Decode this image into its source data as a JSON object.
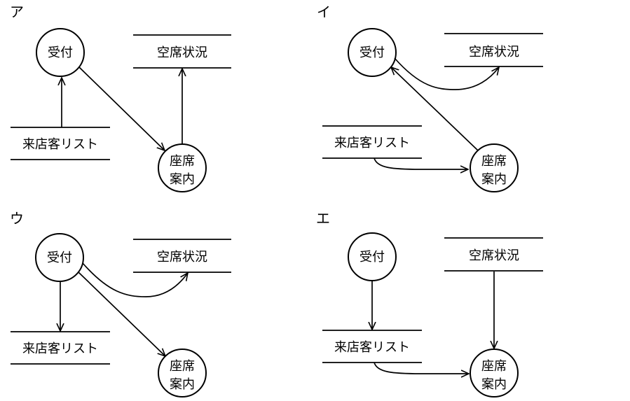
{
  "nodes": {
    "reception": "受付",
    "seat_guide_line1": "座席",
    "seat_guide_line2": "案内",
    "seat_status": "空席状況",
    "visitor_list": "来店客リスト"
  },
  "options": [
    {
      "label": "ア"
    },
    {
      "label": "イ"
    },
    {
      "label": "ウ"
    },
    {
      "label": "エ"
    }
  ]
}
